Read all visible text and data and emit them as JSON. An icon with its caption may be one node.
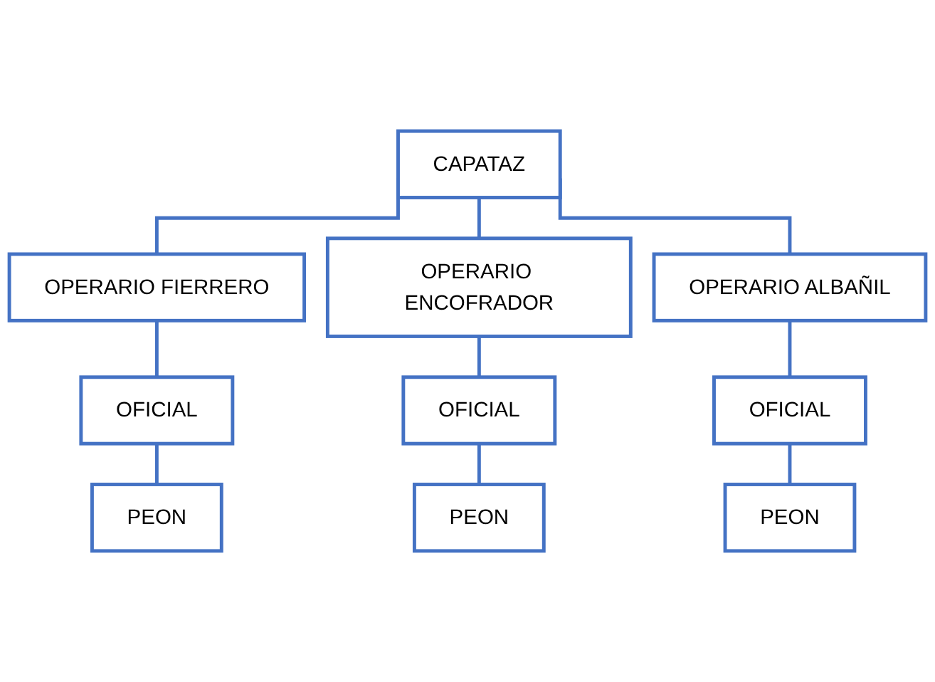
{
  "diagram": {
    "nodes": [
      {
        "text": [
          "CAPATAZ"
        ]
      },
      {
        "text": [
          "OPERARIO FIERRERO"
        ]
      },
      {
        "text": [
          "OPERARIO ENCOFRADOR"
        ]
      },
      {
        "text": [
          "OPERARIO ALBAÑIL"
        ]
      },
      {
        "text": [
          "OFICIAL"
        ]
      },
      {
        "text": [
          "OFICIAL"
        ]
      },
      {
        "text": [
          "OFICIAL"
        ]
      },
      {
        "text": [
          "PEON"
        ]
      },
      {
        "text": [
          "PEON"
        ]
      },
      {
        "text": [
          "PEON"
        ]
      }
    ],
    "edges": [
      {
        "from": 0,
        "to": 1,
        "arrow": "none"
      },
      {
        "from": 0,
        "to": 2,
        "arrow": "none"
      },
      {
        "from": 0,
        "to": 3,
        "arrow": "none"
      },
      {
        "from": 1,
        "to": 4,
        "arrow": "none"
      },
      {
        "from": 2,
        "to": 5,
        "arrow": "none"
      },
      {
        "from": 3,
        "to": 6,
        "arrow": "none"
      },
      {
        "from": 4,
        "to": 7,
        "arrow": "none"
      },
      {
        "from": 5,
        "to": 8,
        "arrow": "none"
      },
      {
        "from": 6,
        "to": 9,
        "arrow": "none"
      }
    ]
  }
}
